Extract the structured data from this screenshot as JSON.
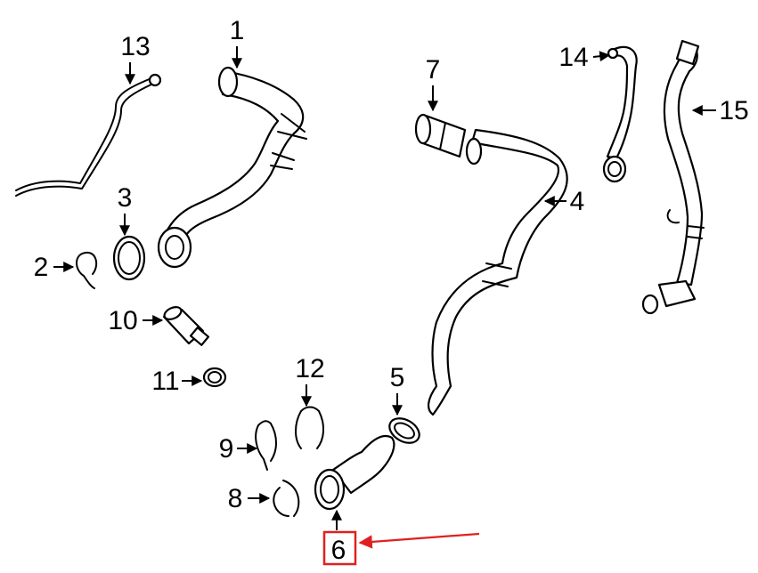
{
  "callouts": {
    "c1": "1",
    "c2": "2",
    "c3": "3",
    "c4": "4",
    "c5": "5",
    "c6": "6",
    "c7": "7",
    "c8": "8",
    "c9": "9",
    "c10": "10",
    "c11": "11",
    "c12": "12",
    "c13": "13",
    "c14": "14",
    "c15": "15"
  },
  "highlight": {
    "callout": "6",
    "color": "#e02020"
  },
  "colors": {
    "line": "#000000",
    "background": "#ffffff"
  }
}
